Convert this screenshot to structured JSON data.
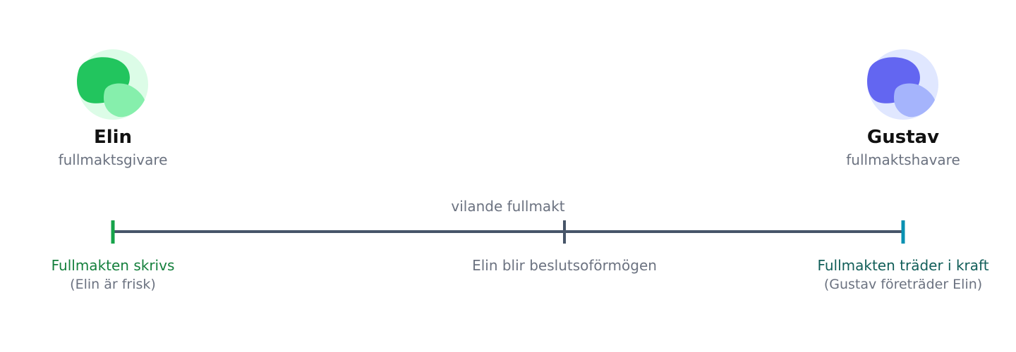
{
  "people": [
    {
      "name": "Elin",
      "role": "fullmaktsgivare",
      "avatar_icon": "person-avatar-icon",
      "colors": {
        "bg": "#dcfce7",
        "main": "#22c55e",
        "light": "#86efac"
      }
    },
    {
      "name": "Gustav",
      "role": "fullmaktshavare",
      "avatar_icon": "person-avatar-icon",
      "colors": {
        "bg": "#e0e7ff",
        "main": "#6366f1",
        "light": "#a5b4fc"
      }
    }
  ],
  "timeline": {
    "line_color": "#475569",
    "period_label": "vilande fullmakt",
    "events": [
      {
        "title": "Fullmakten skrivs",
        "subtitle": "(Elin är frisk)",
        "color": "#15803d",
        "tick_color": "#16a34a"
      },
      {
        "title": "Elin blir beslutsoförmögen",
        "subtitle": "",
        "color": "#6b7280",
        "tick_color": "#475569"
      },
      {
        "title": "Fullmakten träder i kraft",
        "subtitle": "(Gustav företräder Elin)",
        "color": "#115e59",
        "tick_color": "#0891b2"
      }
    ]
  }
}
